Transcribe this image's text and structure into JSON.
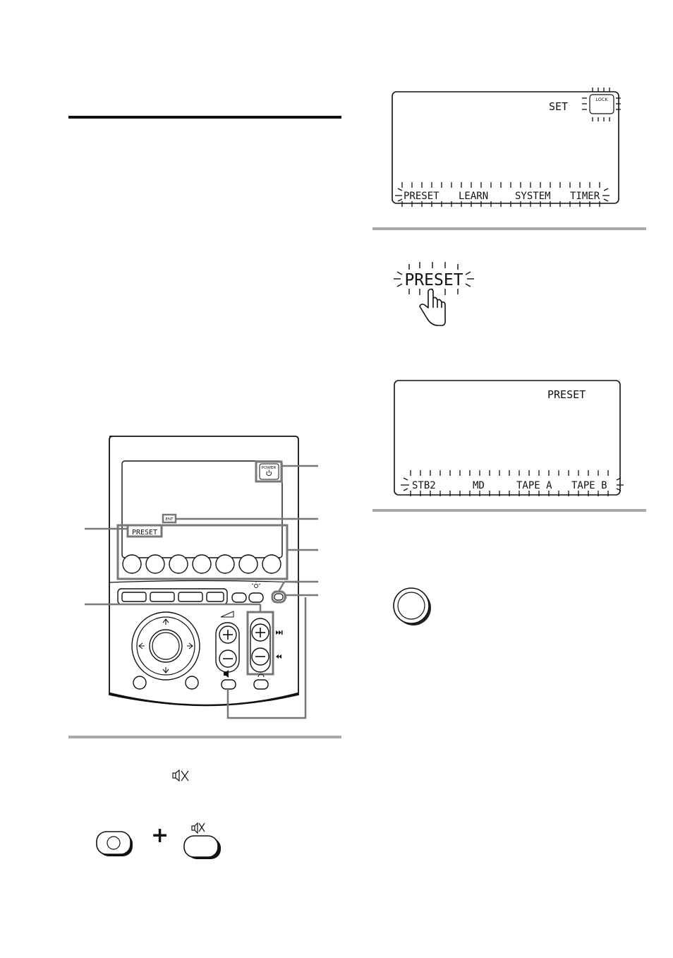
{
  "display1": {
    "mode": "SET",
    "lock": "LOCK",
    "keys": [
      "PRESET",
      "LEARN",
      "SYSTEM",
      "TIMER"
    ]
  },
  "touch_key": {
    "label": "PRESET"
  },
  "display2": {
    "mode": "PRESET",
    "keys": [
      "STB2",
      "MD",
      "TAPE A",
      "TAPE B"
    ]
  },
  "remote": {
    "power_label": "POWER",
    "ent_label": "ENT",
    "preset_label": "PRESET"
  },
  "combo": {
    "plus": "+"
  },
  "icons": [
    "hand-pointer-icon",
    "mute-icon",
    "power-icon",
    "light-icon",
    "arrow-up-icon",
    "arrow-down-icon",
    "arrow-left-icon",
    "arrow-right-icon",
    "skip-next-icon",
    "skip-prev-icon",
    "volume-icon",
    "return-icon"
  ]
}
